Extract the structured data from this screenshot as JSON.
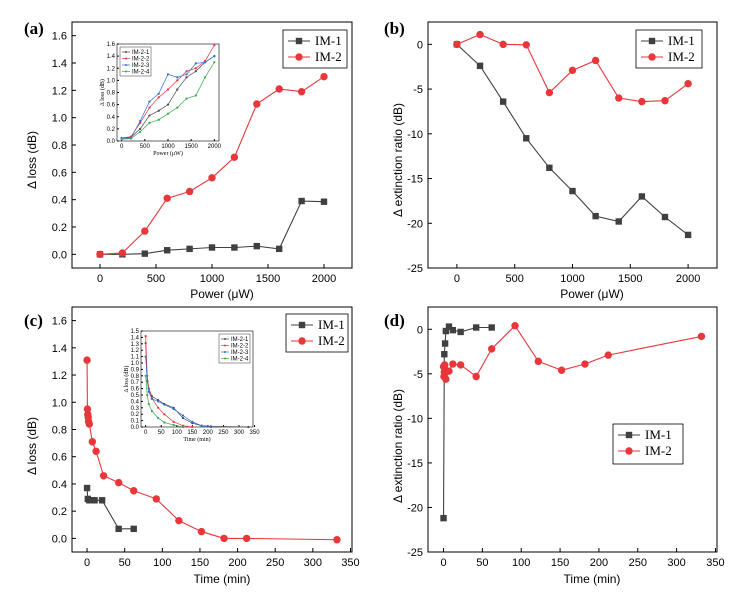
{
  "chart_data": [
    {
      "id": "a",
      "type": "line",
      "panel_label": "(a)",
      "xlabel": "Power (μW)",
      "ylabel": "Δ loss (dB)",
      "xlim": [
        -250,
        2250
      ],
      "ylim": [
        -0.1,
        1.7
      ],
      "xticks": [
        0,
        500,
        1000,
        1500,
        2000
      ],
      "yticks": [
        0.0,
        0.2,
        0.4,
        0.6,
        0.8,
        1.0,
        1.2,
        1.4,
        1.6
      ],
      "legend_position": "top-right",
      "series": [
        {
          "name": "IM-1",
          "color": "#404040",
          "marker": "square",
          "x": [
            0,
            200,
            400,
            600,
            800,
            1000,
            1200,
            1400,
            1600,
            1800,
            2000
          ],
          "y": [
            0.0,
            0.0,
            0.005,
            0.03,
            0.04,
            0.05,
            0.05,
            0.06,
            0.04,
            0.39,
            0.385
          ]
        },
        {
          "name": "IM-2",
          "color": "#e8363a",
          "marker": "circle",
          "x": [
            0,
            200,
            400,
            600,
            800,
            1000,
            1200,
            1400,
            1600,
            1800,
            2000
          ],
          "y": [
            0.0,
            0.01,
            0.17,
            0.41,
            0.46,
            0.56,
            0.71,
            1.1,
            1.21,
            1.19,
            1.3
          ]
        }
      ],
      "inset": {
        "xlabel": "Power (μW)",
        "ylabel": "Δ loss (dB)",
        "xlim": [
          -100,
          2100
        ],
        "ylim": [
          0,
          1.6
        ],
        "xticks": [
          0,
          500,
          1000,
          1500,
          2000
        ],
        "yticks": [
          0.0,
          0.2,
          0.4,
          0.6,
          0.8,
          1.0,
          1.2,
          1.4,
          1.6
        ],
        "legend_position": "top-left",
        "series": [
          {
            "name": "IM-2-1",
            "color": "#4a4a4a",
            "x": [
              0,
              200,
              400,
              600,
              800,
              1000,
              1200,
              1400,
              1600,
              1800,
              2000
            ],
            "y": [
              0.05,
              0.06,
              0.2,
              0.42,
              0.5,
              0.6,
              0.85,
              1.05,
              1.15,
              1.3,
              1.4
            ]
          },
          {
            "name": "IM-2-2",
            "color": "#e8363a",
            "x": [
              0,
              200,
              400,
              600,
              800,
              1000,
              1200,
              1400,
              1600,
              1800,
              2000
            ],
            "y": [
              0.05,
              0.07,
              0.3,
              0.55,
              0.72,
              0.85,
              1.0,
              1.15,
              1.2,
              1.32,
              1.58
            ]
          },
          {
            "name": "IM-2-3",
            "color": "#2f6fd6",
            "x": [
              0,
              200,
              400,
              600,
              800,
              1000,
              1200,
              1400,
              1600,
              1800,
              2000
            ],
            "y": [
              0.04,
              0.05,
              0.33,
              0.65,
              0.78,
              1.1,
              1.05,
              1.1,
              1.28,
              1.3,
              1.4
            ]
          },
          {
            "name": "IM-2-4",
            "color": "#3aa84a",
            "x": [
              0,
              200,
              400,
              600,
              800,
              1000,
              1200,
              1400,
              1600,
              1800,
              2000
            ],
            "y": [
              0.03,
              0.04,
              0.15,
              0.3,
              0.35,
              0.45,
              0.55,
              0.7,
              0.75,
              1.05,
              1.3
            ]
          }
        ]
      }
    },
    {
      "id": "b",
      "type": "line",
      "panel_label": "(b)",
      "xlabel": "Power (μW)",
      "ylabel": "Δ extinction ratio (dB)",
      "xlim": [
        -250,
        2250
      ],
      "ylim": [
        -25,
        2.5
      ],
      "xticks": [
        0,
        500,
        1000,
        1500,
        2000
      ],
      "yticks": [
        0,
        -5,
        -10,
        -15,
        -20,
        -25
      ],
      "legend_position": "top-right",
      "series": [
        {
          "name": "IM-1",
          "color": "#404040",
          "marker": "square",
          "x": [
            0,
            200,
            400,
            600,
            800,
            1000,
            1200,
            1400,
            1600,
            1800,
            2000
          ],
          "y": [
            0.0,
            -2.4,
            -6.4,
            -10.5,
            -13.8,
            -16.4,
            -19.2,
            -19.8,
            -17.0,
            -19.3,
            -21.3
          ]
        },
        {
          "name": "IM-2",
          "color": "#e8363a",
          "marker": "circle",
          "x": [
            0,
            200,
            400,
            600,
            800,
            1000,
            1200,
            1400,
            1600,
            1800,
            2000
          ],
          "y": [
            0.0,
            1.1,
            0.0,
            -0.05,
            -5.4,
            -2.9,
            -1.8,
            -6.0,
            -6.4,
            -6.3,
            -4.4
          ]
        }
      ]
    },
    {
      "id": "c",
      "type": "line",
      "panel_label": "(c)",
      "xlabel": "Time (min)",
      "ylabel": "Δ loss (dB)",
      "xlim": [
        -20,
        352
      ],
      "ylim": [
        -0.1,
        1.7
      ],
      "xticks": [
        0,
        50,
        100,
        150,
        200,
        250,
        300,
        350
      ],
      "yticks": [
        0.0,
        0.2,
        0.4,
        0.6,
        0.8,
        1.0,
        1.2,
        1.4,
        1.6
      ],
      "legend_position": "top-right",
      "series": [
        {
          "name": "IM-1",
          "color": "#404040",
          "marker": "square",
          "x": [
            0,
            1,
            3,
            6,
            10,
            20,
            42,
            62
          ],
          "y": [
            0.37,
            0.29,
            0.28,
            0.28,
            0.28,
            0.28,
            0.07,
            0.07
          ]
        },
        {
          "name": "IM-2",
          "color": "#e8363a",
          "marker": "circle",
          "x": [
            0,
            0.5,
            1,
            1.5,
            2,
            3,
            7,
            12,
            22,
            42,
            62,
            92,
            122,
            152,
            182,
            212,
            332
          ],
          "y": [
            1.31,
            0.95,
            0.91,
            0.89,
            0.86,
            0.84,
            0.71,
            0.64,
            0.46,
            0.41,
            0.35,
            0.29,
            0.13,
            0.05,
            0.0,
            0.0,
            -0.01
          ]
        }
      ],
      "inset": {
        "xlabel": "Time (min)",
        "ylabel": "Δ loss (dB)",
        "xlim": [
          -15,
          345
        ],
        "ylim": [
          0,
          1.5
        ],
        "xticks": [
          0,
          50,
          100,
          150,
          200,
          250,
          300,
          350
        ],
        "yticks": [
          0.0,
          0.1,
          0.2,
          0.3,
          0.4,
          0.5,
          0.6,
          0.7,
          0.8,
          0.9,
          1.0,
          1.1,
          1.2,
          1.3,
          1.4,
          1.5
        ],
        "legend_position": "top-right",
        "series": [
          {
            "name": "IM-2-1",
            "color": "#4a4a4a",
            "x": [
              0,
              5,
              10,
              20,
              40,
              60,
              90,
              120,
              150,
              180,
              210,
              330
            ],
            "y": [
              1.31,
              0.72,
              0.6,
              0.48,
              0.42,
              0.36,
              0.3,
              0.14,
              0.06,
              0.02,
              0.01,
              0.0
            ]
          },
          {
            "name": "IM-2-2",
            "color": "#e8363a",
            "x": [
              0,
              5,
              10,
              20,
              40,
              60,
              90,
              120,
              150
            ],
            "y": [
              1.42,
              0.8,
              0.6,
              0.45,
              0.3,
              0.2,
              0.08,
              0.02,
              0.0
            ]
          },
          {
            "name": "IM-2-3",
            "color": "#2f6fd6",
            "x": [
              0,
              5,
              10,
              20,
              40,
              60,
              90,
              120,
              150,
              180,
              210
            ],
            "y": [
              1.1,
              0.72,
              0.55,
              0.44,
              0.4,
              0.35,
              0.28,
              0.18,
              0.08,
              0.02,
              0.0
            ]
          },
          {
            "name": "IM-2-4",
            "color": "#3aa84a",
            "x": [
              0,
              5,
              10,
              20,
              40,
              60,
              90,
              120
            ],
            "y": [
              0.8,
              0.5,
              0.36,
              0.25,
              0.14,
              0.07,
              0.03,
              0.0
            ]
          }
        ]
      }
    },
    {
      "id": "d",
      "type": "line",
      "panel_label": "(d)",
      "xlabel": "Time (min)",
      "ylabel": "Δ extinction ratio (dB)",
      "xlim": [
        -20,
        352
      ],
      "ylim": [
        -25,
        2.5
      ],
      "xticks": [
        0,
        50,
        100,
        150,
        200,
        250,
        300,
        350
      ],
      "yticks": [
        0,
        -5,
        -10,
        -15,
        -20,
        -25
      ],
      "legend_position": "center-right",
      "series": [
        {
          "name": "IM-1",
          "color": "#404040",
          "marker": "square",
          "x": [
            0,
            1,
            2,
            3,
            7,
            12,
            22,
            42,
            62
          ],
          "y": [
            -21.2,
            -2.8,
            -1.6,
            -0.2,
            0.3,
            -0.1,
            -0.3,
            0.2,
            0.2
          ]
        },
        {
          "name": "IM-2",
          "color": "#e8363a",
          "marker": "circle",
          "x": [
            0,
            0.5,
            1,
            1.5,
            2,
            3,
            7,
            12,
            22,
            42,
            62,
            92,
            122,
            152,
            182,
            212,
            332
          ],
          "y": [
            -4.2,
            -5.3,
            -4.8,
            -4.0,
            -4.5,
            -5.6,
            -4.7,
            -3.9,
            -4.0,
            -5.3,
            -2.2,
            0.4,
            -3.6,
            -4.6,
            -3.9,
            -2.9,
            -0.8
          ]
        }
      ]
    }
  ]
}
